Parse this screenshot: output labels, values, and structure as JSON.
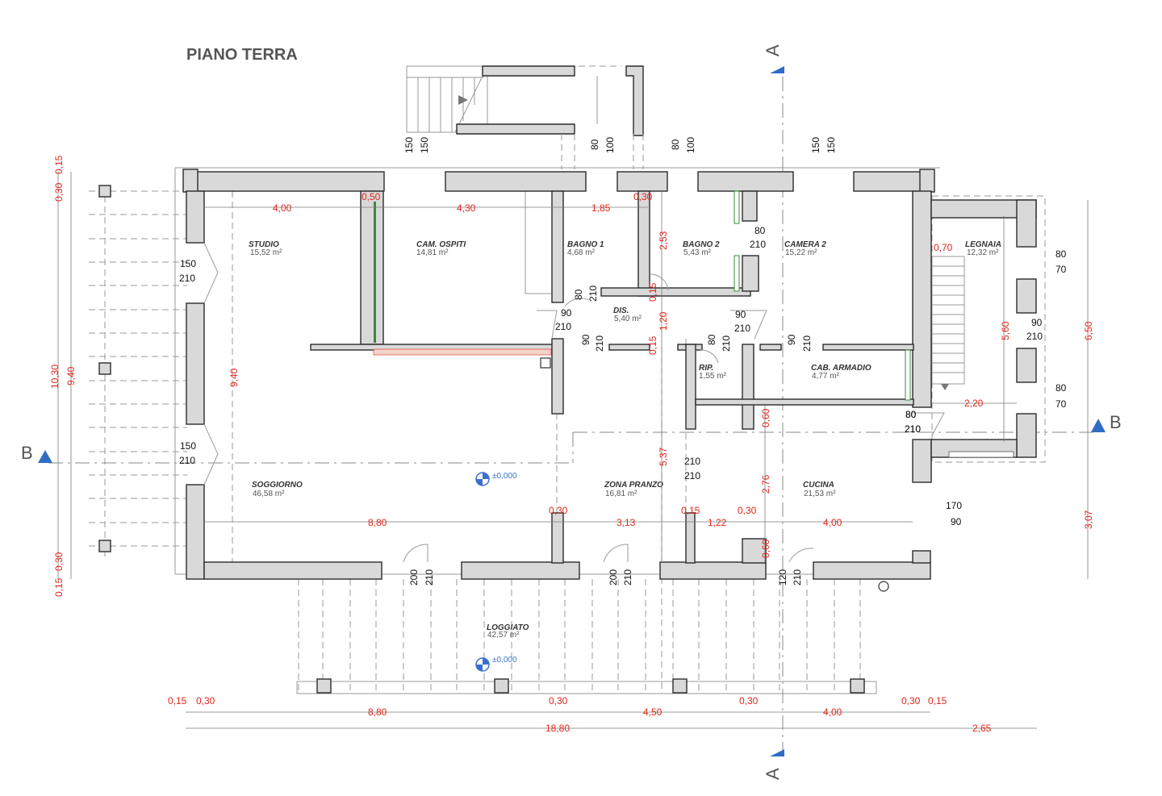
{
  "title": "PIANO TERRA",
  "rooms": [
    {
      "name": "STUDIO",
      "area": "15,52 m²"
    },
    {
      "name": "CAM. OSPITI",
      "area": "14,81 m²"
    },
    {
      "name": "BAGNO 1",
      "area": "4,68 m²"
    },
    {
      "name": "BAGNO 2",
      "area": "5,43 m²"
    },
    {
      "name": "CAMERA 2",
      "area": "15,22 m²"
    },
    {
      "name": "LEGNAIA",
      "area": "12,32 m²"
    },
    {
      "name": "DIS.",
      "area": "5,40 m²"
    },
    {
      "name": "RIP.",
      "area": "1,55 m²"
    },
    {
      "name": "CAB. ARMADIO",
      "area": "4,77 m²"
    },
    {
      "name": "SOGGIORNO",
      "area": "46,58 m²"
    },
    {
      "name": "ZONA PRANZO",
      "area": "16,81 m²"
    },
    {
      "name": "CUCINA",
      "area": "21,53 m²"
    },
    {
      "name": "LOGGIATO",
      "area": "42,57 m²"
    }
  ],
  "levels": [
    "±0,000",
    "±0,000"
  ],
  "sections": {
    "a": "A",
    "b": "B"
  },
  "dims_red": [
    "4,00",
    "0,50",
    "4,30",
    "1,85",
    "0,30",
    "2,53",
    "0,70",
    "0,15",
    "1,20",
    "0,15",
    "5,60",
    "2,20",
    "0,60",
    "5,37",
    "2,76",
    "8,80",
    "0,30",
    "3,13",
    "0,15",
    "1,22",
    "0,30",
    "4,00",
    "0,60",
    "9,40",
    "0,30",
    "0,15",
    "10,30",
    "9,40",
    "0,30",
    "0,15",
    "6,50",
    "3,07",
    "0,15",
    "0,30",
    "8,80",
    "0,30",
    "4,50",
    "0,30",
    "4,00",
    "0,30",
    "0,15",
    "18,80",
    "2,65"
  ],
  "dims_black": [
    "150",
    "150",
    "80",
    "100",
    "80",
    "100",
    "150",
    "150",
    "150",
    "210",
    "150",
    "210",
    "80",
    "210",
    "80",
    "210",
    "90",
    "210",
    "90",
    "210",
    "90",
    "210",
    "80",
    "210",
    "90",
    "210",
    "80",
    "210",
    "80",
    "70",
    "90",
    "210",
    "80",
    "70",
    "80",
    "210",
    "210",
    "210",
    "170",
    "90",
    "200",
    "210",
    "200",
    "210",
    "120",
    "210"
  ]
}
